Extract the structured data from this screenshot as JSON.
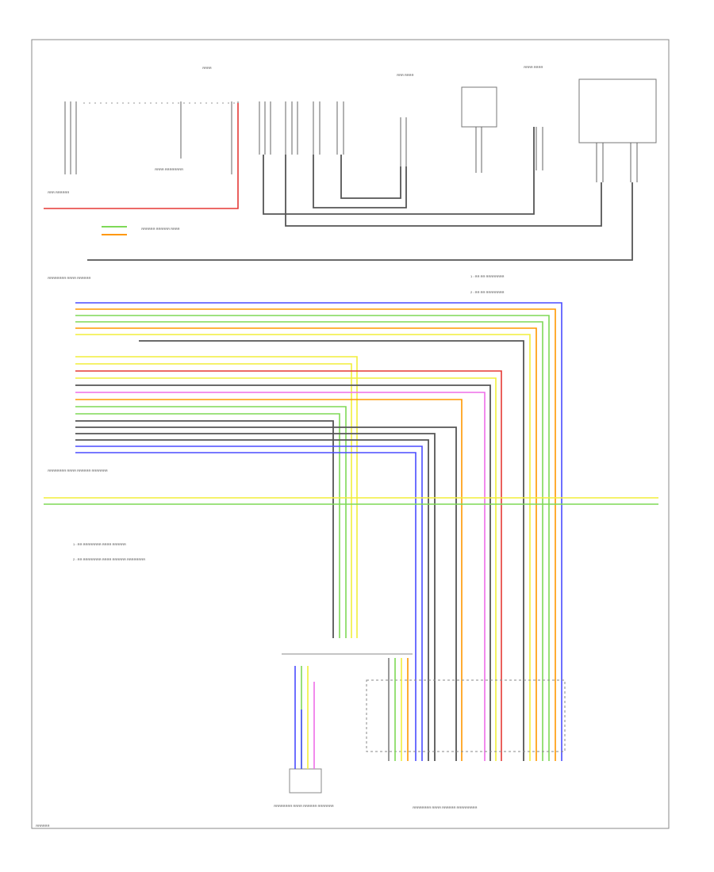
{
  "diagram": {
    "frame_label": "ЯЯЯЯЯ",
    "top_label": "ЯЯЯЯ",
    "footer_ref": "ЯЯЯЯЯЯ",
    "modules": {
      "m1": "ЯЯЯ ЯЯЯЯЯЯ",
      "m2": "ЯЯЯЯ ЯЯЯЯЯЯЯЯ",
      "m3": "ЯЯЯ ЯЯЯЯ",
      "m4": "ЯЯЯЯ ЯЯЯЯ"
    },
    "legend_top": [
      "1 : ЯЯ ЯЯ ЯЯЯЯЯЯЯЯ",
      "2 : ЯЯ ЯЯ ЯЯЯЯЯЯЯЯ"
    ],
    "legend_mid": [
      "1 : ЯЯ ЯЯЯЯЯЯЯЯ ЯЯЯЯ ЯЯЯЯЯЯ",
      "2 : ЯЯ ЯЯЯЯЯЯЯЯ ЯЯЯЯ ЯЯЯЯЯЯ ЯЯЯЯЯЯЯЯ"
    ],
    "left_block_label": "ЯЯЯЯЯЯ ЯЯЯЯЯЯ ЯЯЯЯ",
    "mid_block_label": "ЯЯЯЯЯЯЯЯ ЯЯЯЯ ЯЯЯЯЯЯ",
    "bottom_left_label": "ЯЯЯЯЯЯЯЯ ЯЯЯЯ ЯЯЯЯЯЯ ЯЯЯЯЯЯЯ",
    "bottom_right_label": "ЯЯЯЯЯЯЯЯ ЯЯЯЯ ЯЯЯЯЯЯ ЯЯЯЯЯЯЯЯЯ",
    "colors": {
      "red": "#e53935",
      "orange": "#ff9800",
      "yellow": "#f2ee3a",
      "green": "#7ed957",
      "blue": "#4a4cff",
      "violet": "#ee6ee8",
      "gray": "#555555",
      "frame": "#888888"
    }
  }
}
